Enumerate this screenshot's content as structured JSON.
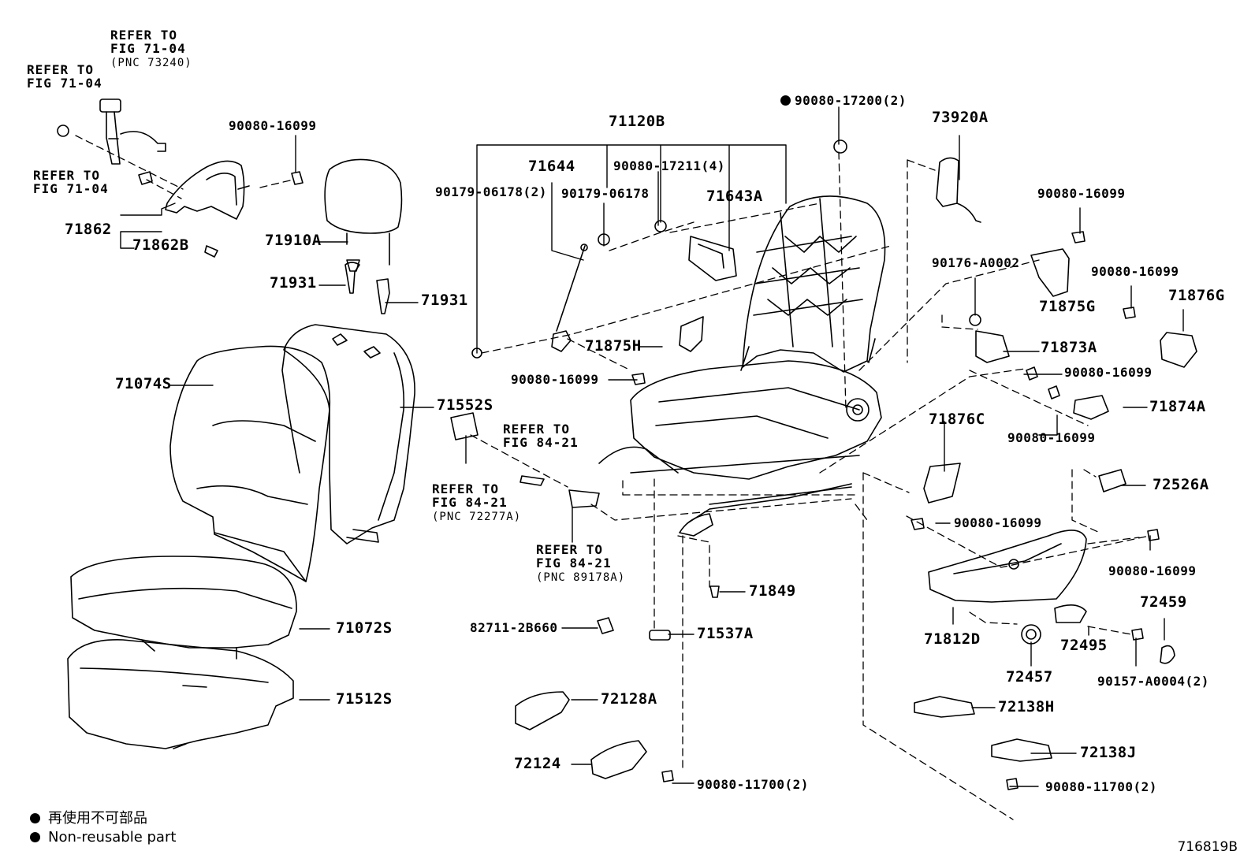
{
  "labels": {
    "ref_71_04_pnc": {
      "line1": "REFER TO",
      "line2": "FIG 71-04",
      "pnc": "(PNC 73240)"
    },
    "ref_71_04_a": {
      "line1": "REFER TO",
      "line2": "FIG 71-04"
    },
    "ref_71_04_b": {
      "line1": "REFER TO",
      "line2": "FIG 71-04"
    },
    "p90080_16099_a": "90080-16099",
    "p71862": "71862",
    "p71862B": "71862B",
    "p71910A": "71910A",
    "p71931_a": "71931",
    "p71931_b": "71931",
    "p71120B": "71120B",
    "p71644": "71644",
    "p90080_17211": "90080-17211(4)",
    "p90179_06178_2": "90179-06178(2)",
    "p90179_06178": "90179-06178",
    "p71643A": "71643A",
    "p90080_17200": "90080-17200(2)",
    "p73920A": "73920A",
    "p90080_16099_b": "90080-16099",
    "p90176_A0002": "90176-A0002",
    "p71875G": "71875G",
    "p90080_16099_c": "90080-16099",
    "p71876G": "71876G",
    "p71875H": "71875H",
    "p71873A": "71873A",
    "p90080_16099_d": "90080-16099",
    "p90080_16099_e": "90080-16099",
    "p71874A": "71874A",
    "p90080_16099_f": "90080-16099",
    "p71074S": "71074S",
    "p71552S": "71552S",
    "ref_84_21_top": {
      "line1": "REFER TO",
      "line2": "FIG 84-21"
    },
    "ref_84_21_pnc1": {
      "line1": "REFER TO",
      "line2": "FIG 84-21",
      "pnc": "(PNC 72277A)"
    },
    "ref_84_21_pnc2": {
      "line1": "REFER TO",
      "line2": "FIG 84-21",
      "pnc": "(PNC 89178A)"
    },
    "p71876C": "71876C",
    "p90080_16099_g": "90080-16099",
    "p72526A": "72526A",
    "p90080_16099_h": "90080-16099",
    "p71849": "71849",
    "p71072S": "71072S",
    "p82711_2B660": "82711-2B660",
    "p71537A": "71537A",
    "p71812D": "71812D",
    "p72459": "72459",
    "p72495": "72495",
    "p72457": "72457",
    "p90157_A0004": "90157-A0004(2)",
    "p71512S": "71512S",
    "p72128A": "72128A",
    "p72138H": "72138H",
    "p72124": "72124",
    "p90080_11700_a": "90080-11700(2)",
    "p72138J": "72138J",
    "p90080_11700_b": "90080-11700(2)"
  },
  "legend": {
    "line_cn": "再使用不可部品",
    "line_en": "Non-reusable part"
  },
  "figure_code": "716819B"
}
